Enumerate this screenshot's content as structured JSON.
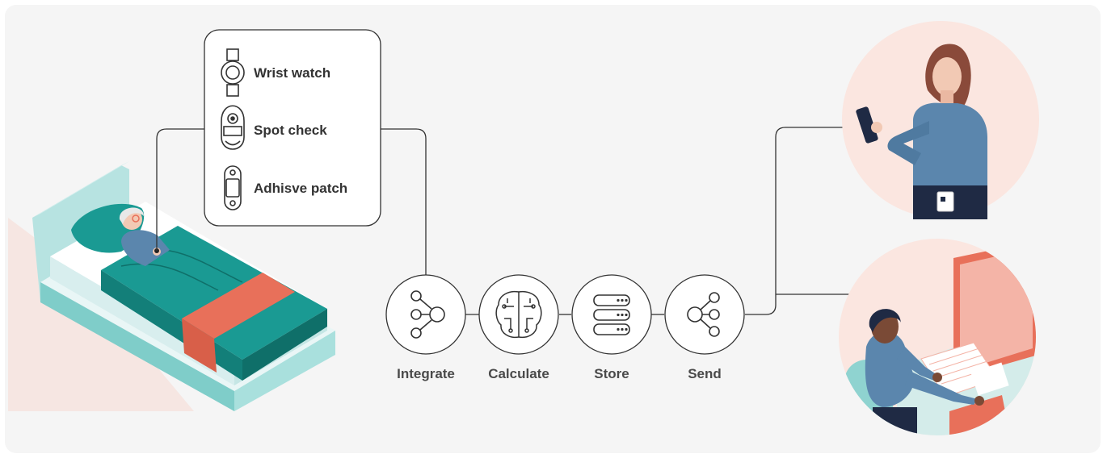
{
  "devices": [
    {
      "label": "Wrist watch",
      "icon": "wrist-watch-icon"
    },
    {
      "label": "Spot check",
      "icon": "spot-check-icon"
    },
    {
      "label": "Adhisve patch",
      "icon": "adhesive-patch-icon"
    }
  ],
  "steps": [
    {
      "label": "Integrate",
      "icon": "integrate-icon"
    },
    {
      "label": "Calculate",
      "icon": "brain-circuit-icon"
    },
    {
      "label": "Store",
      "icon": "server-stack-icon"
    },
    {
      "label": "Send",
      "icon": "share-icon"
    }
  ],
  "colors": {
    "teal": "#1a9a93",
    "teal_light": "#8fd3d0",
    "coral": "#e8705a",
    "circle_bg": "#fbe6e0",
    "line": "#333333",
    "blue_shirt": "#5b86ad"
  }
}
